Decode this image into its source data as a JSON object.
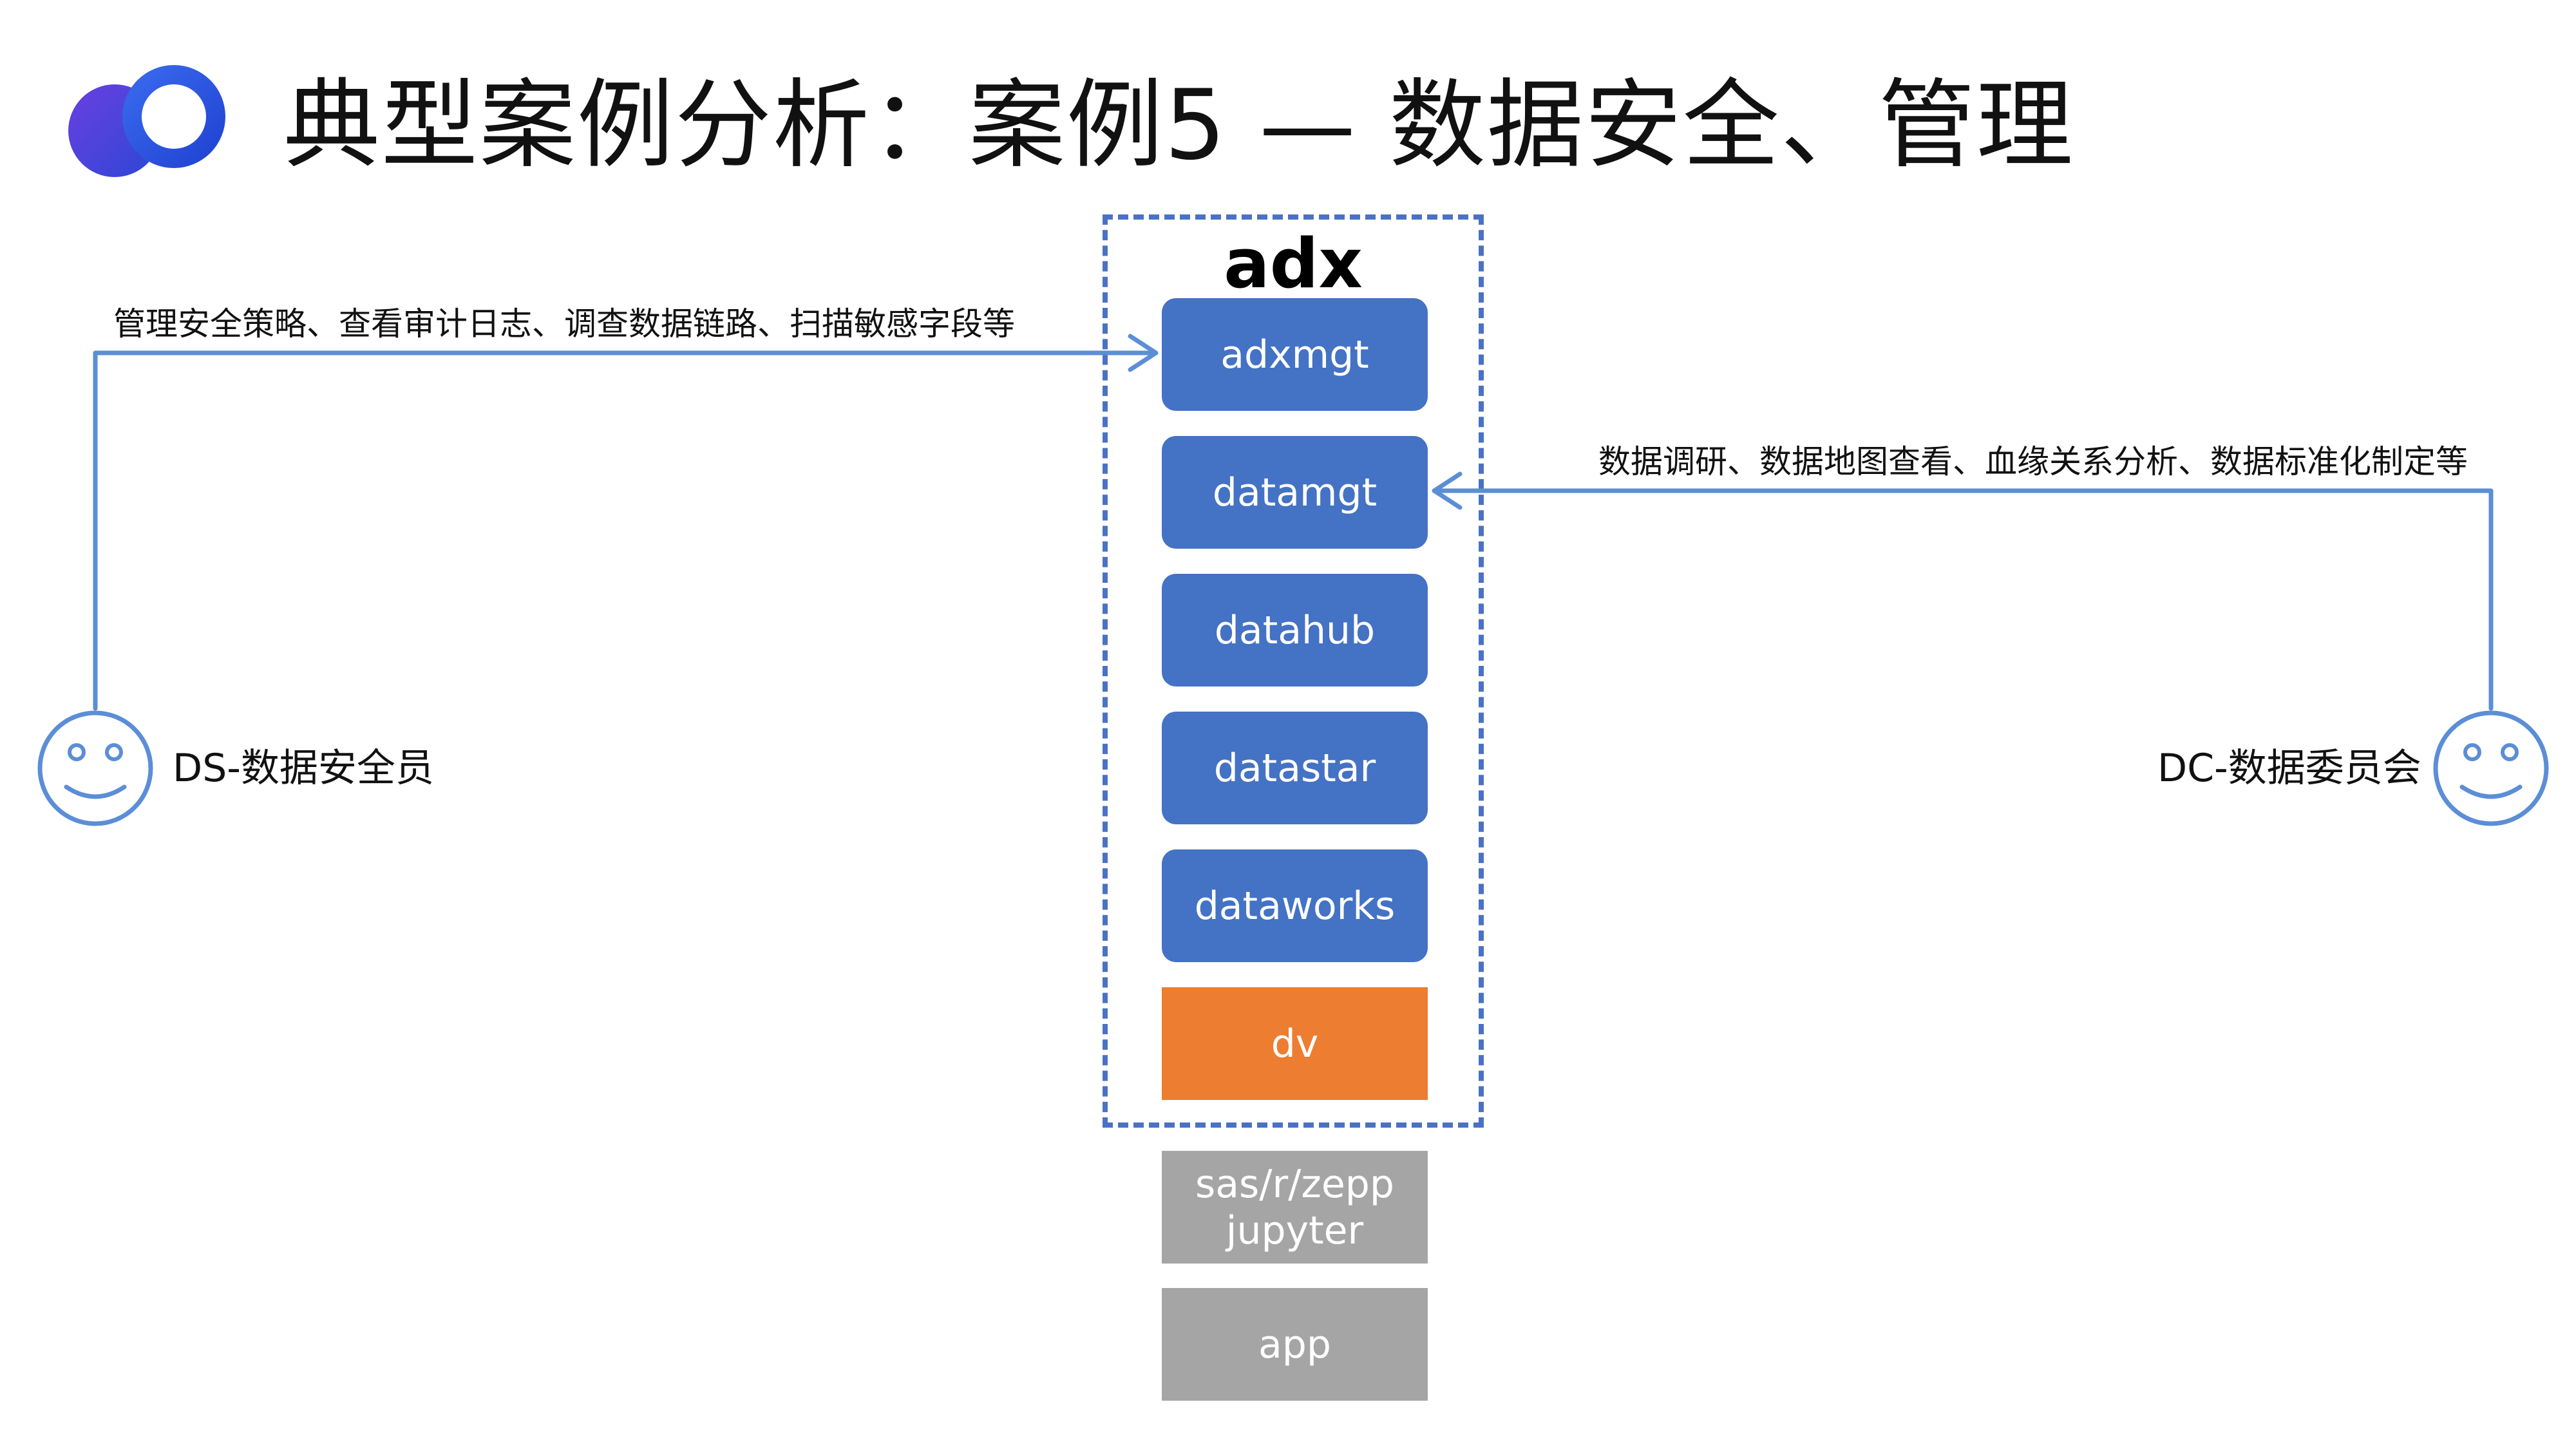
{
  "header": {
    "title": "典型案例分析：案例5 — 数据安全、管理"
  },
  "platform": {
    "label": "adx",
    "modules": [
      "adxmgt",
      "datamgt",
      "datahub",
      "datastar",
      "dataworks"
    ],
    "visualization": "dv",
    "external": [
      "sas/r/zepp\njupyter",
      "app"
    ]
  },
  "roles": {
    "left": {
      "name": "DS-数据安全员",
      "actions": "管理安全策略、查看审计日志、调查数据链路、扫描敏感字段等"
    },
    "right": {
      "name": "DC-数据委员会",
      "actions": "数据调研、数据地图查看、血缘关系分析、数据标准化制定等"
    }
  },
  "colors": {
    "module_blue": "#4472c4",
    "frame_blue": "#4a72c4",
    "connector_blue": "#5b8ed6",
    "dv_orange": "#ed7d31",
    "external_gray": "#a5a5a5",
    "logo_blue": "#2f5be6",
    "logo_purple": "#5b2ed8"
  },
  "icons": {
    "logo": "overlapping-rings-logo",
    "persona": "smiley-face-icon"
  }
}
